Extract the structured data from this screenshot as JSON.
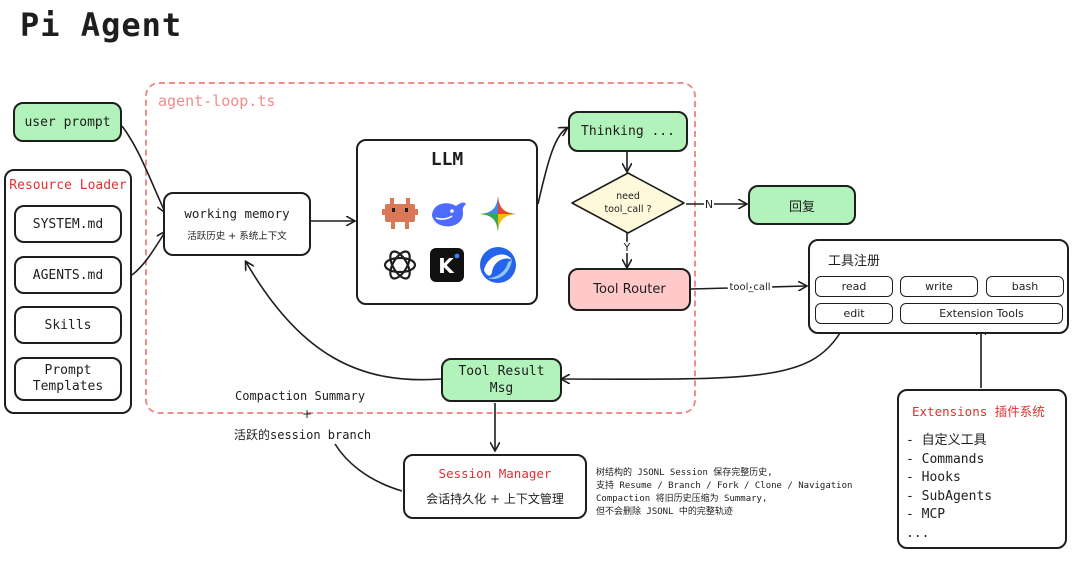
{
  "page": {
    "title": "Pi Agent"
  },
  "loop": {
    "label": "agent-loop.ts"
  },
  "inputs": {
    "user_prompt": "user prompt"
  },
  "resource_loader": {
    "title": "Resource Loader",
    "items": [
      "SYSTEM.md",
      "AGENTS.md",
      "Skills",
      "Prompt Templates"
    ]
  },
  "memory": {
    "title": "working memory",
    "subtitle": "活跃历史 + 系统上下文"
  },
  "llm": {
    "title": "LLM",
    "logos": [
      "robot-logo",
      "whale-logo",
      "sparkle-logo",
      "openai-logo",
      "kimi-logo",
      "swirl-logo"
    ],
    "kimi_letter": "K"
  },
  "thinking": "Thinking ...",
  "decision": {
    "line1": "need",
    "line2": "tool_call ?",
    "no_label": "N",
    "yes_label": "Y"
  },
  "reply": "回复",
  "router": "Tool Router",
  "router_edge": "tool_call",
  "registry": {
    "title": "工具注册",
    "tools": [
      "read",
      "write",
      "bash",
      "edit"
    ],
    "extension_tools": "Extension Tools"
  },
  "tool_result": {
    "line1": "Tool Result",
    "line2": "Msg"
  },
  "compaction": {
    "line1": "Compaction Summary",
    "plus": "+",
    "line2": "活跃的session branch"
  },
  "session_manager": {
    "title": "Session Manager",
    "subtitle": "会话持久化 + 上下文管理"
  },
  "session_note": [
    "树结构的 JSONL Session 保存完整历史,",
    "支持 Resume / Branch / Fork / Clone / Navigation",
    "Compaction 将旧历史压缩为 Summary,",
    "但不会删除 JSONL 中的完整轨迹"
  ],
  "extensions": {
    "title": "Extensions 插件系统",
    "items": [
      "- 自定义工具",
      "- Commands",
      "- Hooks",
      "- SubAgents",
      "- MCP",
      "..."
    ]
  },
  "colors": {
    "green": "#b2f2bb",
    "red": "#ffc9c9",
    "yellow": "#ffec99",
    "loop_border": "#f08c8c",
    "accent_red": "#e03131"
  }
}
